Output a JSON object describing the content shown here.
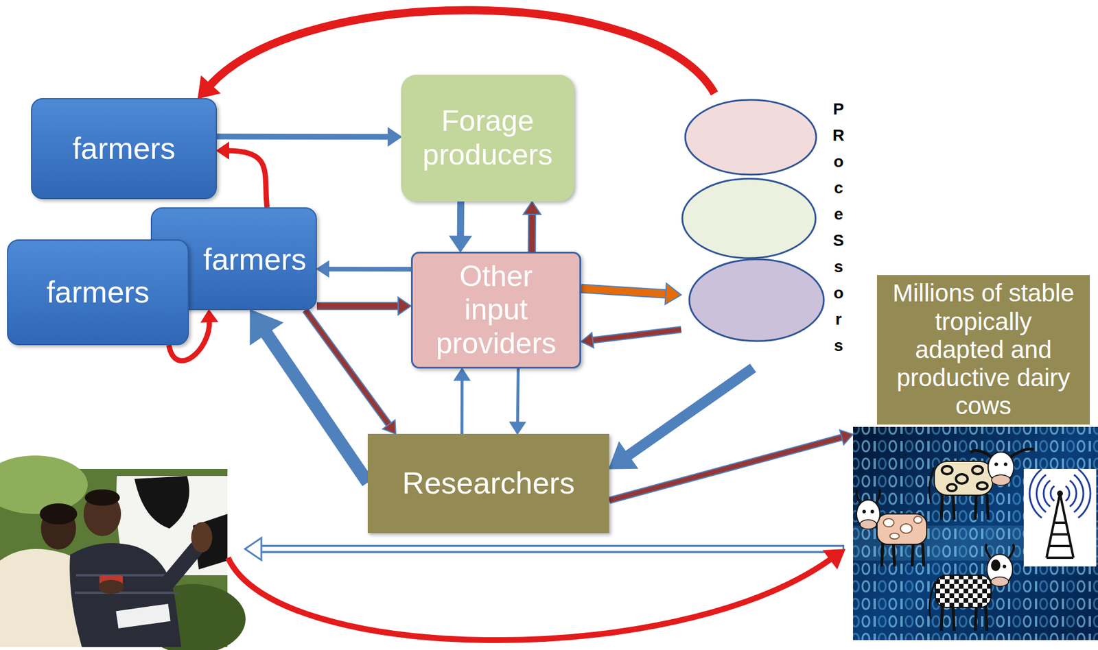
{
  "diagram": {
    "nodes": [
      {
        "text": [
          "farmers"
        ]
      },
      {
        "text": [
          "Forage producers"
        ]
      },
      {
        "text": [
          "farmers"
        ]
      },
      {
        "text": [
          "farmers"
        ]
      },
      {
        "text": [
          "Other input providers"
        ]
      },
      {
        "text": [
          "PRoceSsors"
        ]
      },
      {
        "text": [
          "Millions of stable tropically adapted and productive dairy cows"
        ]
      },
      {
        "text": [
          "Researchers"
        ]
      }
    ],
    "edges": [
      {
        "from": 0,
        "to": 1,
        "arrow": "to"
      },
      {
        "from": 1,
        "to": 4,
        "arrow": "to"
      },
      {
        "from": 4,
        "to": 1,
        "arrow": "to"
      },
      {
        "from": 4,
        "to": 2,
        "arrow": "to"
      },
      {
        "from": 2,
        "to": 4,
        "arrow": "to"
      },
      {
        "from": 4,
        "to": 5,
        "arrow": "to"
      },
      {
        "from": 5,
        "to": 4,
        "arrow": "to"
      },
      {
        "from": 5,
        "to": 0,
        "arrow": "to"
      },
      {
        "from": 2,
        "to": 0,
        "arrow": "to"
      },
      {
        "from": 3,
        "to": 2,
        "arrow": "to"
      },
      {
        "from": 2,
        "to": 7,
        "arrow": "to"
      },
      {
        "from": 7,
        "to": 2,
        "arrow": "to"
      },
      {
        "from": 7,
        "to": 4,
        "arrow": "to"
      },
      {
        "from": 4,
        "to": 7,
        "arrow": "to"
      },
      {
        "from": 5,
        "to": 7,
        "arrow": "to"
      },
      {
        "from": 7,
        "to": 6,
        "arrow": "to"
      }
    ]
  }
}
